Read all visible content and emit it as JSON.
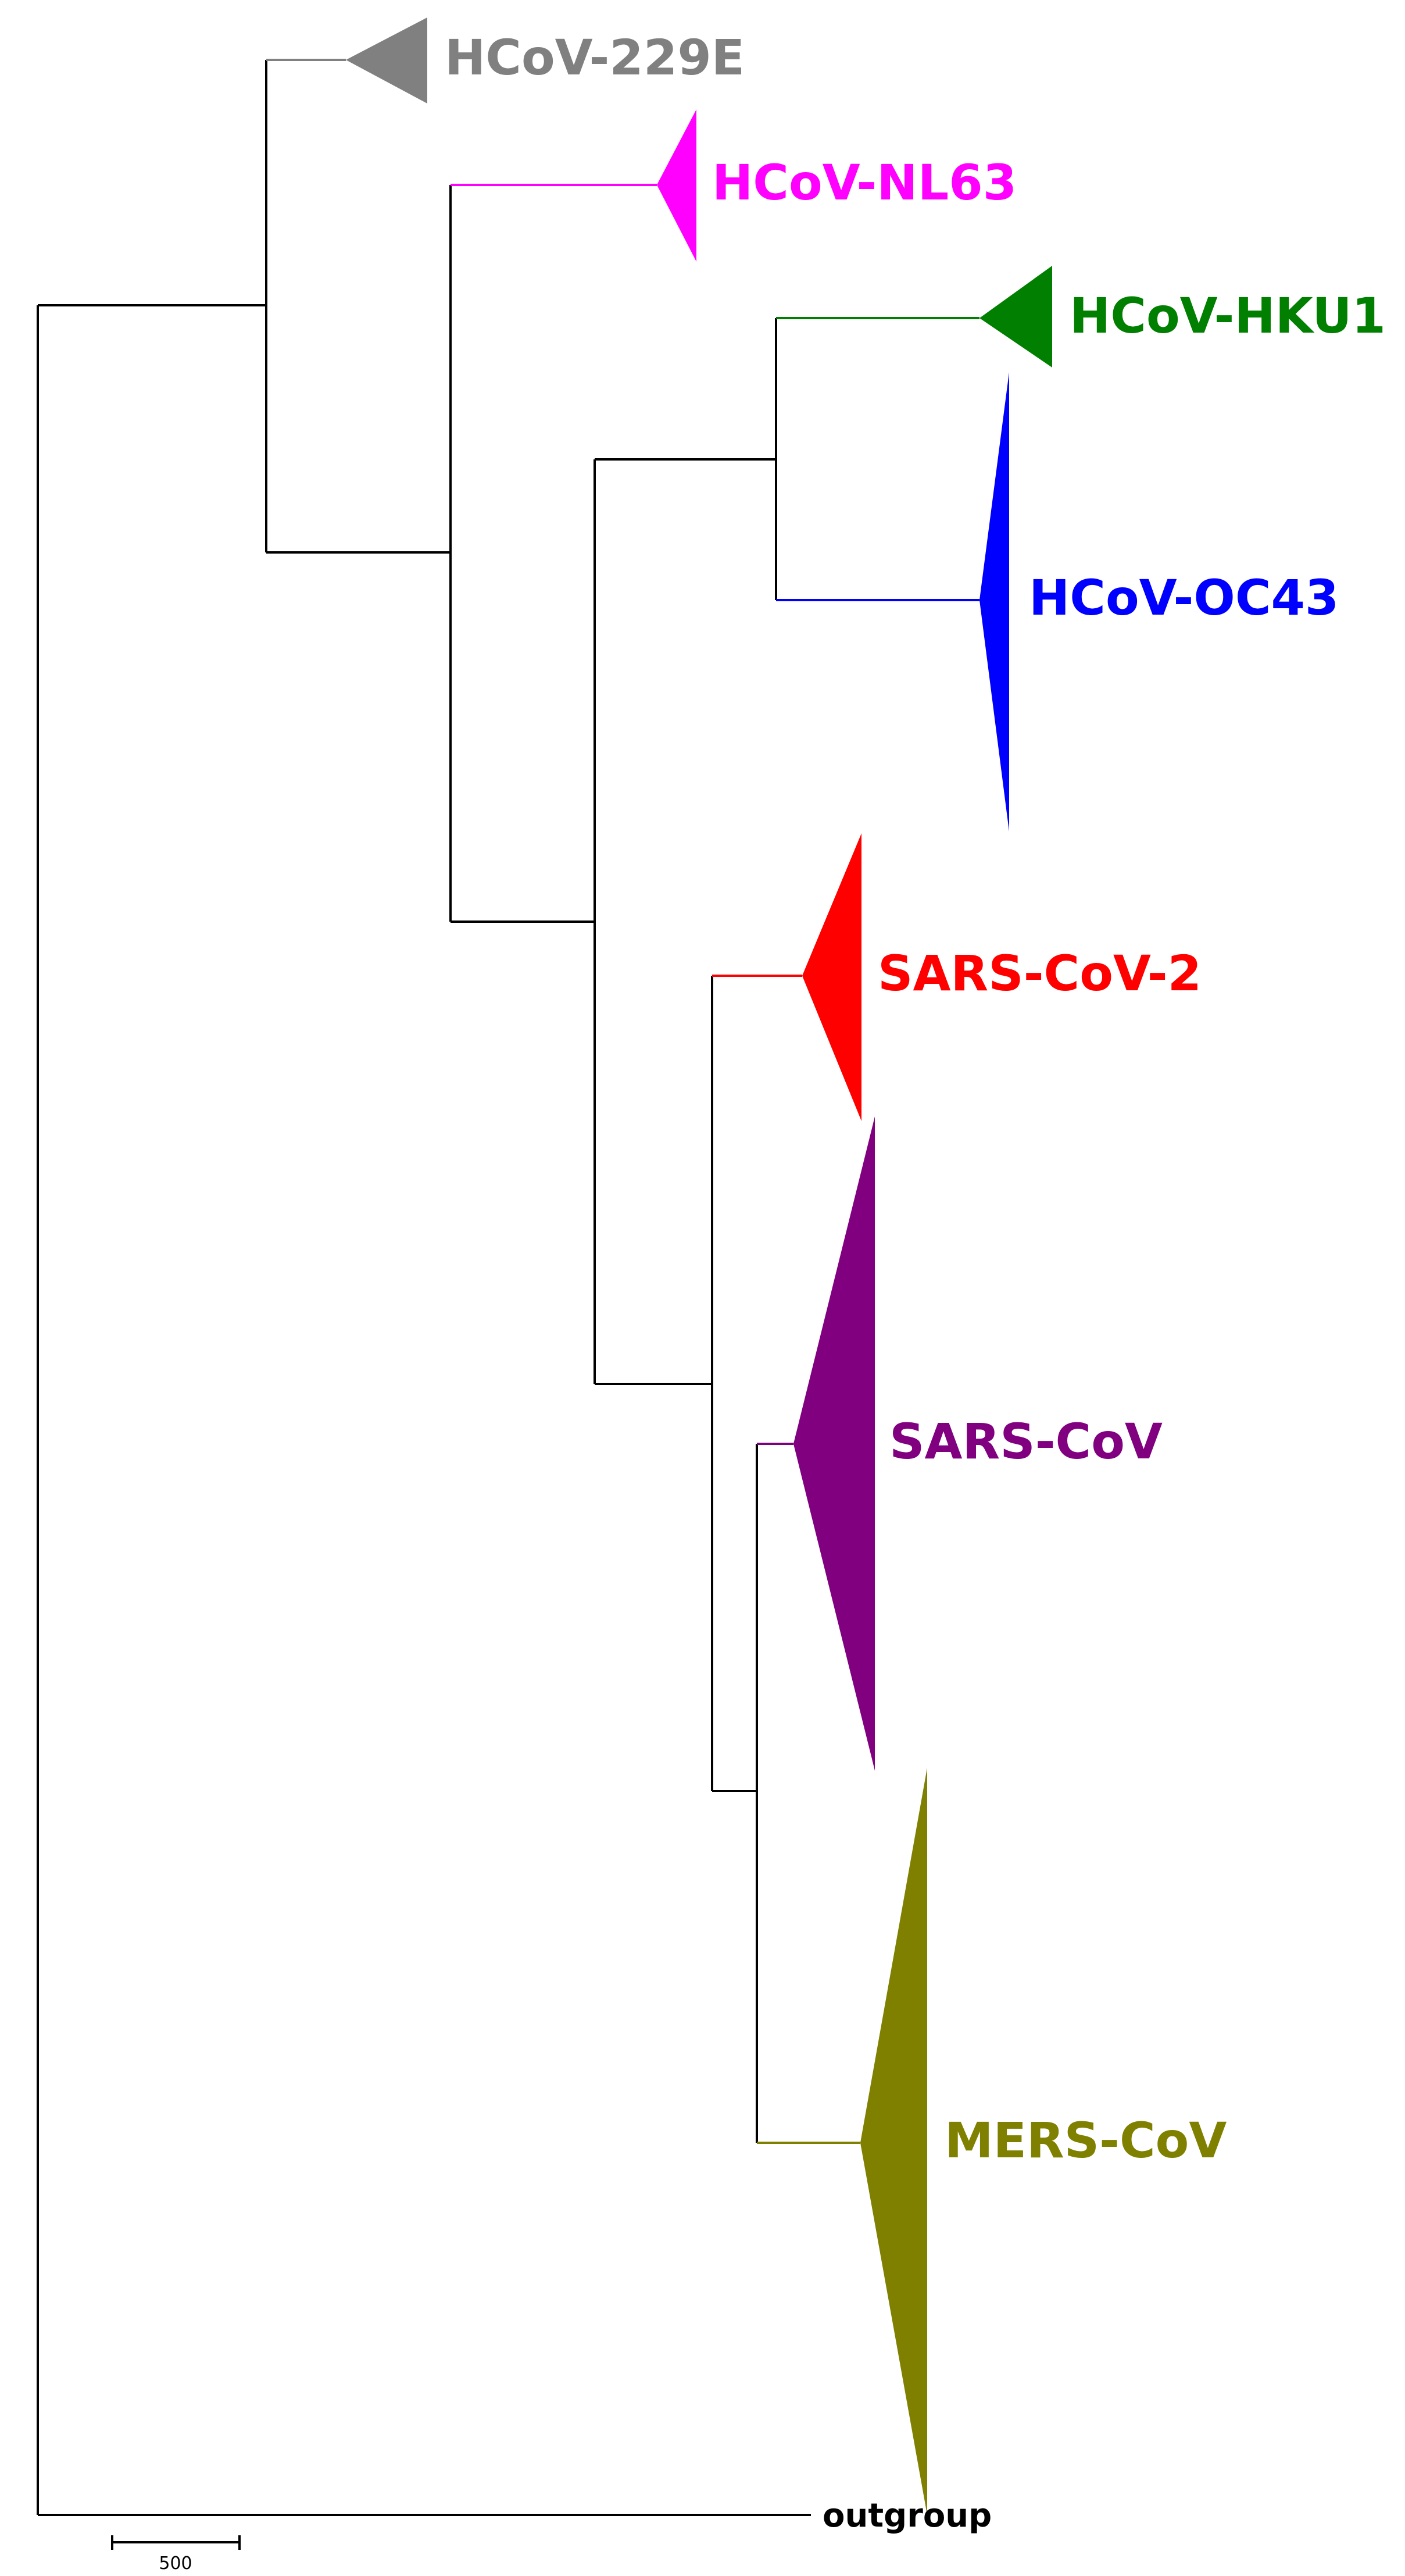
{
  "tree": {
    "clades": [
      {
        "id": "hcov-229e",
        "label": "HCoV-229E",
        "color": "#808080"
      },
      {
        "id": "hcov-nl63",
        "label": "HCoV-NL63",
        "color": "#ff00ff"
      },
      {
        "id": "hcov-hku1",
        "label": "HCoV-HKU1",
        "color": "#007f00"
      },
      {
        "id": "hcov-oc43",
        "label": "HCoV-OC43",
        "color": "#0000ff"
      },
      {
        "id": "sars-cov-2",
        "label": "SARS-CoV-2",
        "color": "#ff0000"
      },
      {
        "id": "sars-cov",
        "label": "SARS-CoV",
        "color": "#800080"
      },
      {
        "id": "mers-cov",
        "label": "MERS-CoV",
        "color": "#808000"
      }
    ],
    "outgroup_label": "outgroup",
    "scale_bar_label": "500"
  }
}
